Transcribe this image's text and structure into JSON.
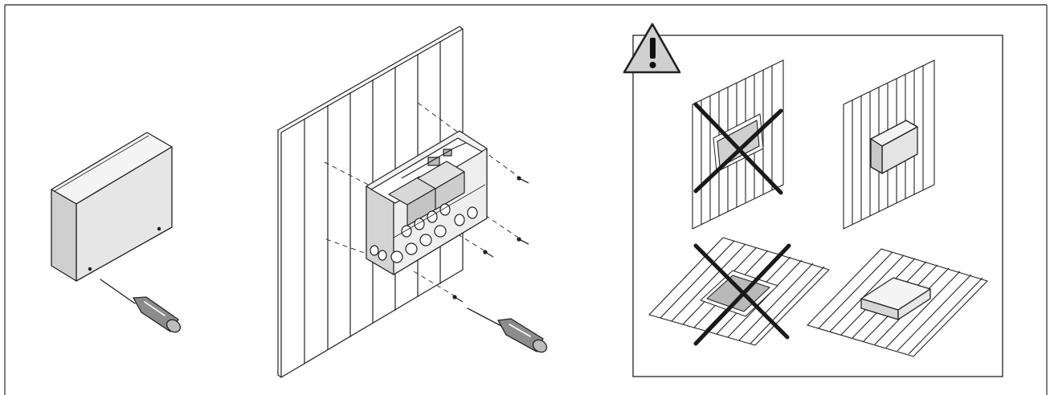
{
  "colors": {
    "ink": "#222222",
    "box_front": "#d6d6d6",
    "box_side": "#ececec",
    "box_top": "#f4f4f4",
    "screwdriver_handle": "#8c8c8c",
    "warning_fill": "#cfcfcf",
    "paper": "#ffffff"
  },
  "icons": {
    "warning": "warning-triangle-icon",
    "prohibited": "cross-mark-icon"
  },
  "panels": {
    "step_1": {
      "subject": "closed-enclosure-with-screwdriver"
    },
    "step_2": {
      "subject": "open-enclosure-screwed-to-wall"
    },
    "warning": {
      "correct": [
        "surface-mounted-on-wall",
        "surface-mounted-on-floor"
      ],
      "prohibited": [
        "recessed-in-wall",
        "recessed-in-floor"
      ]
    }
  }
}
